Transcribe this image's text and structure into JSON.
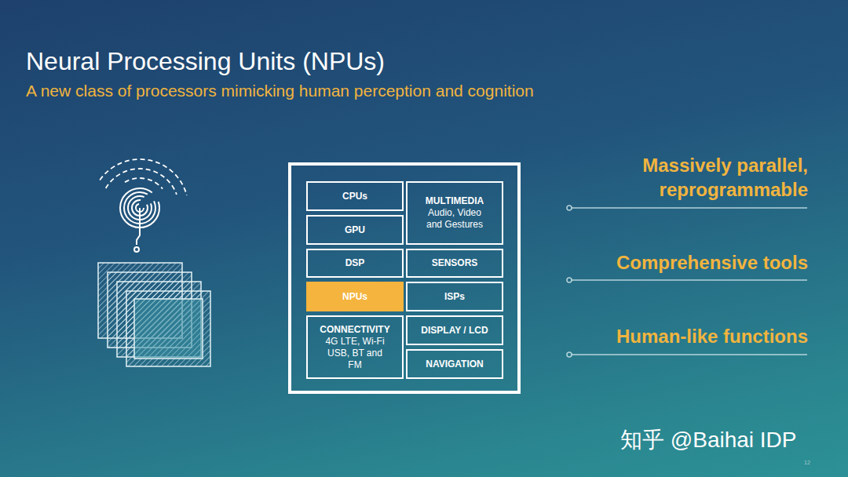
{
  "diagram": {
    "title": "Neural Processing Units (NPUs)",
    "nodes": [
      {
        "text": [
          "CPUs"
        ]
      },
      {
        "text": [
          "MULTIMEDIA",
          "Audio, Video and Gestures"
        ]
      },
      {
        "text": [
          "GPU"
        ]
      },
      {
        "text": [
          "DSP"
        ]
      },
      {
        "text": [
          "SENSORS"
        ]
      },
      {
        "text": [
          "NPUs"
        ]
      },
      {
        "text": [
          "ISPs"
        ]
      },
      {
        "text": [
          "CONNECTIVITY",
          "4G LTE, Wi-Fi USB, BT and FM"
        ]
      },
      {
        "text": [
          "DISPLAY / LCD"
        ]
      },
      {
        "text": [
          "NAVIGATION"
        ]
      }
    ],
    "labels": [
      "A new class of processors mimicking human perception and cognition",
      "Massively parallel, reprogrammable",
      "Comprehensive tools",
      "Human-like functions",
      "知乎 @Baihai IDP",
      "12"
    ]
  }
}
